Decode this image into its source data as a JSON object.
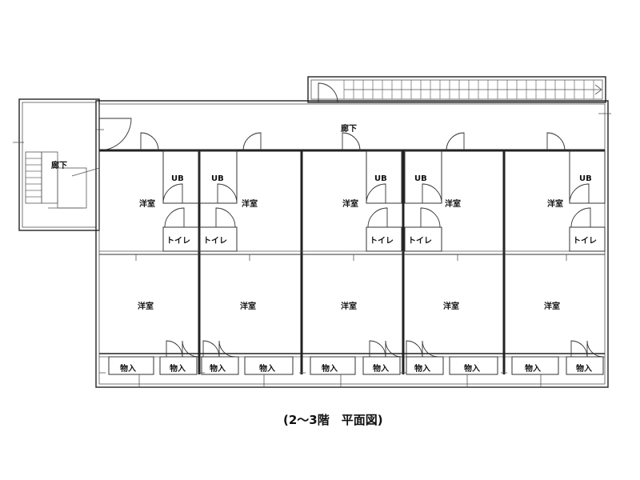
{
  "labels": {
    "corridor": "廊下",
    "corridor_left": "廊下",
    "bath": "UB",
    "room": "洋室",
    "toilet": "トイレ",
    "storage": "物入"
  },
  "caption": "(2～3階　平面図)"
}
